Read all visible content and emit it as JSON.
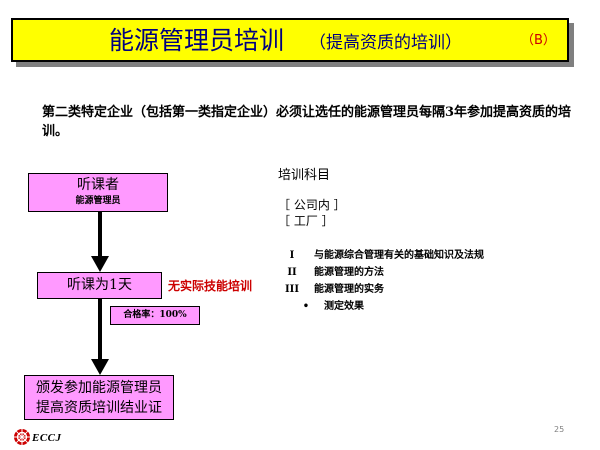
{
  "title": {
    "main": "能源管理员培训",
    "sub": "（提高资质的培训）",
    "code": "（B）"
  },
  "intro": "第二类特定企业（包括第一类指定企业）必须让选任的能源管理员每隔3年参加提高资质的培训。",
  "flow": {
    "box1_title": "听课者",
    "box1_sub": "能源管理员",
    "box2": "听课为1天",
    "no_skill_note": "无实际技能培训",
    "pass_rate": "合格率：100%",
    "box4_line1": "颁发参加能源管理员",
    "box4_line2": "提高资质培训结业证"
  },
  "subjects": {
    "heading": "培训科目",
    "company": "［ 公司内 ］",
    "factory": "［ 工厂 ］",
    "items": [
      {
        "num": "I",
        "text": "与能源综合管理有关的基础知识及法规"
      },
      {
        "num": "II",
        "text": "能源管理的方法"
      },
      {
        "num": "III",
        "text": "能源管理的实务"
      },
      {
        "num": "•",
        "text": "测定效果"
      }
    ]
  },
  "footer": {
    "page_number": "25",
    "logo_text": "ECCJ"
  },
  "colors": {
    "title_bar": "#ffff00",
    "title_text": "#000080",
    "box_fill": "#ff99ff",
    "accent_red": "#cc0000"
  }
}
